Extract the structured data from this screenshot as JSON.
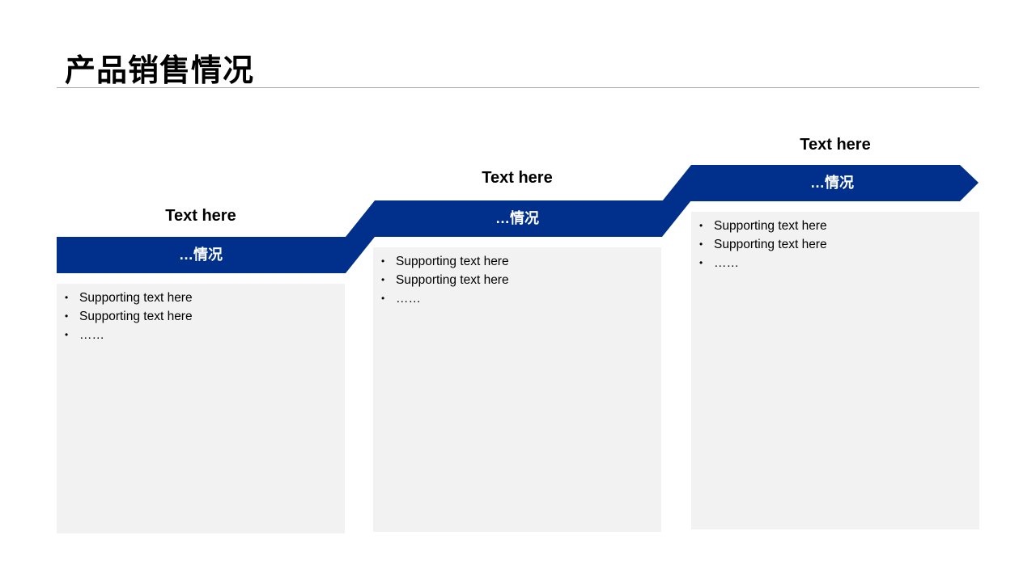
{
  "page": {
    "title": "产品销售情况"
  },
  "colors": {
    "band": "#00308b",
    "box": "#f2f2f2",
    "rule": "#a6a6a6"
  },
  "steps": [
    {
      "heading": "Text here",
      "band_label": "…情况",
      "bullets": [
        "Supporting text here",
        "Supporting text here",
        "……"
      ]
    },
    {
      "heading": "Text here",
      "band_label": "…情况",
      "bullets": [
        "Supporting text here",
        "Supporting text here",
        "……"
      ]
    },
    {
      "heading": "Text here",
      "band_label": "…情况",
      "bullets": [
        "Supporting text here",
        "Supporting text here",
        "……"
      ]
    }
  ]
}
